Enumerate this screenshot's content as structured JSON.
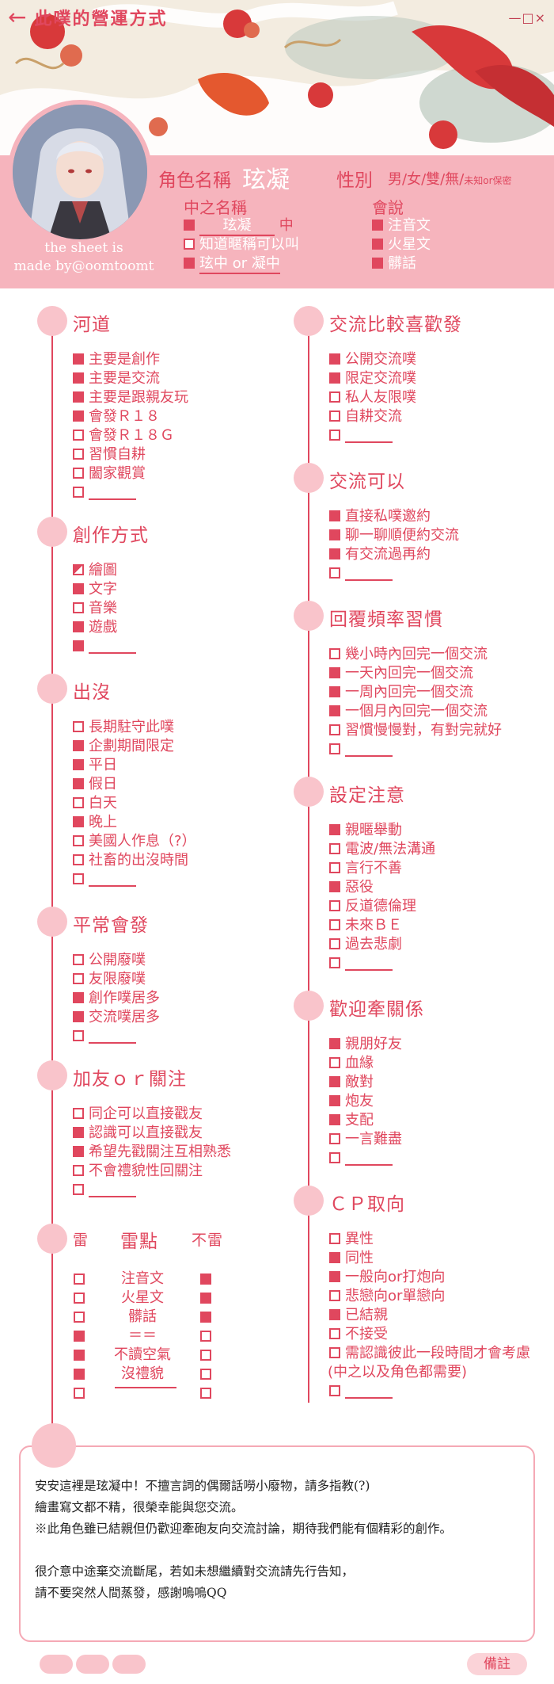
{
  "app": {
    "title": "此噗的營運方式",
    "back_icon": "back-arrow-icon",
    "window_controls": "—□×"
  },
  "credit": {
    "line1": "the sheet is",
    "line2": "made by@oomtoomt"
  },
  "profile": {
    "name_label": "角色名稱",
    "name_value": "玹凝",
    "gender_label": "性別",
    "gender_options": "男/女/雙/無/",
    "gender_unknown": "未知or保密",
    "nick_label": "中之名稱",
    "nick_items": [
      {
        "checked": true,
        "value": "玹凝",
        "suffix": "中"
      },
      {
        "checked": false,
        "value": "知道暱稱可以叫"
      },
      {
        "checked": true,
        "value": "玹中 or 凝中"
      }
    ],
    "lang_label": "會說",
    "lang_items": [
      {
        "checked": true,
        "value": "注音文"
      },
      {
        "checked": true,
        "value": "火星文"
      },
      {
        "checked": true,
        "value": "髒話"
      }
    ]
  },
  "sections_left": [
    {
      "title": "河道",
      "items": [
        {
          "state": "on",
          "text": "主要是創作"
        },
        {
          "state": "on",
          "text": "主要是交流"
        },
        {
          "state": "on",
          "text": "主要是跟親友玩"
        },
        {
          "state": "on",
          "text": "會發Ｒ１８"
        },
        {
          "state": "off",
          "text": "會發Ｒ１８Ｇ"
        },
        {
          "state": "off",
          "text": "習慣自耕"
        },
        {
          "state": "off",
          "text": "闔家觀賞"
        },
        {
          "state": "off",
          "text": ""
        }
      ]
    },
    {
      "title": "創作方式",
      "items": [
        {
          "state": "half",
          "text": "繪圖"
        },
        {
          "state": "on",
          "text": "文字"
        },
        {
          "state": "off",
          "text": "音樂"
        },
        {
          "state": "on",
          "text": "遊戲"
        },
        {
          "state": "on",
          "text": ""
        }
      ]
    },
    {
      "title": "出沒",
      "items": [
        {
          "state": "off",
          "text": "長期駐守此噗"
        },
        {
          "state": "on",
          "text": "企劃期間限定"
        },
        {
          "state": "on",
          "text": "平日"
        },
        {
          "state": "on",
          "text": "假日"
        },
        {
          "state": "off",
          "text": "白天"
        },
        {
          "state": "on",
          "text": "晚上"
        },
        {
          "state": "off",
          "text": "美國人作息（?）"
        },
        {
          "state": "off",
          "text": "社畜的出沒時間"
        },
        {
          "state": "off",
          "text": ""
        }
      ]
    },
    {
      "title": "平常會發",
      "items": [
        {
          "state": "off",
          "text": "公開廢噗"
        },
        {
          "state": "off",
          "text": "友限廢噗"
        },
        {
          "state": "on",
          "text": "創作噗居多"
        },
        {
          "state": "on",
          "text": "交流噗居多"
        },
        {
          "state": "off",
          "text": ""
        }
      ]
    },
    {
      "title": "加友ｏｒ關注",
      "items": [
        {
          "state": "off",
          "text": "同企可以直接戳友"
        },
        {
          "state": "on",
          "text": "認識可以直接戳友"
        },
        {
          "state": "on",
          "text": "希望先戳關注互相熟悉"
        },
        {
          "state": "off",
          "text": "不會禮貌性回關注"
        },
        {
          "state": "off",
          "text": ""
        }
      ]
    }
  ],
  "thunder": {
    "left_header": "雷",
    "center_header": "雷點",
    "right_header": "不雷",
    "rows": [
      {
        "left": "off",
        "text": "注音文",
        "right": "on"
      },
      {
        "left": "off",
        "text": "火星文",
        "right": "on"
      },
      {
        "left": "off",
        "text": "髒話",
        "right": "on"
      },
      {
        "left": "on",
        "text": "＝＝",
        "right": "off"
      },
      {
        "left": "on",
        "text": "不讀空氣",
        "right": "off"
      },
      {
        "left": "on",
        "text": "沒禮貌",
        "right": "off"
      },
      {
        "left": "off",
        "text": "",
        "right": "off"
      }
    ]
  },
  "sections_right": [
    {
      "title": "交流比較喜歡發",
      "items": [
        {
          "state": "on",
          "text": "公開交流噗"
        },
        {
          "state": "on",
          "text": "限定交流噗"
        },
        {
          "state": "off",
          "text": "私人友限噗"
        },
        {
          "state": "off",
          "text": "自耕交流"
        },
        {
          "state": "off",
          "text": ""
        }
      ]
    },
    {
      "title": "交流可以",
      "items": [
        {
          "state": "on",
          "text": "直接私噗邀約"
        },
        {
          "state": "on",
          "text": "聊一聊順便約交流"
        },
        {
          "state": "on",
          "text": "有交流過再約"
        },
        {
          "state": "off",
          "text": ""
        }
      ]
    },
    {
      "title": "回覆頻率習慣",
      "items": [
        {
          "state": "off",
          "text": "幾小時內回完一個交流"
        },
        {
          "state": "on",
          "text": "一天內回完一個交流"
        },
        {
          "state": "on",
          "text": "一周內回完一個交流"
        },
        {
          "state": "on",
          "text": "一個月內回完一個交流"
        },
        {
          "state": "off",
          "text": "習慣慢慢對，有對完就好"
        },
        {
          "state": "off",
          "text": ""
        }
      ]
    },
    {
      "title": "設定注意",
      "items": [
        {
          "state": "on",
          "text": "親暱舉動"
        },
        {
          "state": "off",
          "text": "電波/無法溝通"
        },
        {
          "state": "off",
          "text": "言行不善"
        },
        {
          "state": "on",
          "text": "惡役"
        },
        {
          "state": "off",
          "text": "反道德倫理"
        },
        {
          "state": "off",
          "text": "未來ＢＥ"
        },
        {
          "state": "off",
          "text": "過去悲劇"
        },
        {
          "state": "off",
          "text": ""
        }
      ]
    },
    {
      "title": "歡迎牽關係",
      "items": [
        {
          "state": "on",
          "text": "親朋好友"
        },
        {
          "state": "off",
          "text": "血緣"
        },
        {
          "state": "on",
          "text": "敵對"
        },
        {
          "state": "on",
          "text": "炮友"
        },
        {
          "state": "on",
          "text": "支配"
        },
        {
          "state": "off",
          "text": "一言難盡"
        },
        {
          "state": "off",
          "text": ""
        }
      ]
    },
    {
      "title": "ＣＰ取向",
      "items": [
        {
          "state": "off",
          "text": "異性"
        },
        {
          "state": "on",
          "text": "同性"
        },
        {
          "state": "on",
          "text": "一般向or打炮向"
        },
        {
          "state": "off",
          "text": "悲戀向or單戀向"
        },
        {
          "state": "on",
          "text": "已結親"
        },
        {
          "state": "off",
          "text": "不接受"
        },
        {
          "state": "off",
          "text": "需認識彼此一段時間才會考慮"
        },
        {
          "state": "none",
          "text": "(中之以及角色都需要)"
        },
        {
          "state": "off",
          "text": ""
        }
      ]
    }
  ],
  "note": {
    "lines": [
      "安安這裡是玹凝中！不擅言詞的偶爾話嘮小廢物，請多指教(?)",
      "繪畫寫文都不精，很榮幸能與您交流。",
      "※此角色雖已結親但仍歡迎牽砲友向交流討論，期待我們能有個精彩的創作。",
      "",
      "很介意中途棄交流斷尾，若如未想繼續對交流請先行告知，",
      "請不要突然人間蒸發，感謝嗚嗚QQ"
    ],
    "memo_label": "備註"
  }
}
